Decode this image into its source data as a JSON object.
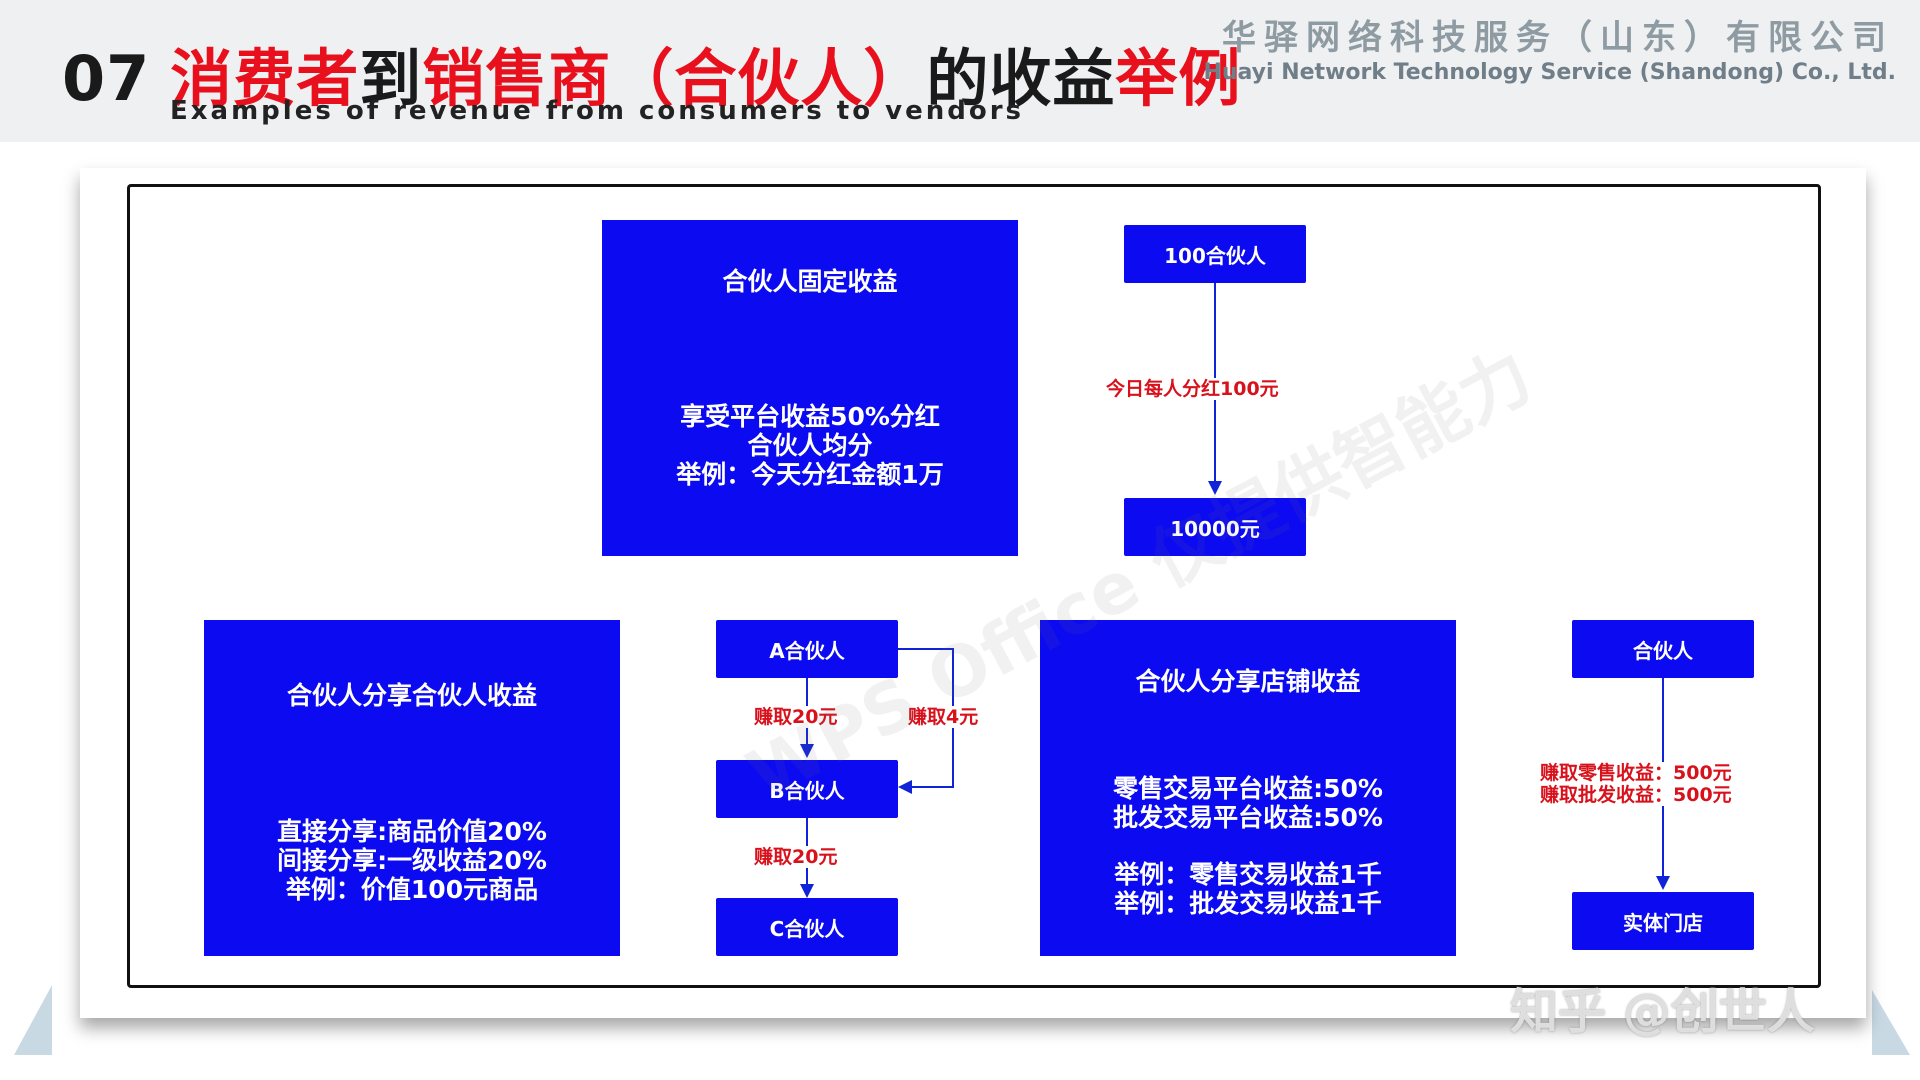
{
  "header": {
    "number": "07",
    "title_parts": [
      "消费者",
      "到",
      "销售商（合伙人）",
      "的收益",
      "举例"
    ],
    "subtitle": "Examples of revenue from consumers to vendors",
    "company_cn": "华驿网络科技服务（山东）有限公司",
    "company_en": "Huayi Network Technology Service (Shandong) Co., Ltd."
  },
  "colors": {
    "box": "#0b0af1",
    "label": "#d8121c",
    "title_red": "#e8101c",
    "arrow": "#1023d8"
  },
  "fixed": {
    "title": "合伙人固定收益",
    "lines": [
      "享受平台收益50%分红",
      "合伙人均分",
      "举例：今天分红金额1万"
    ],
    "flow_top": "100合伙人",
    "flow_label": "今日每人分红100元",
    "flow_bottom": "10000元"
  },
  "share_partner": {
    "title": "合伙人分享合伙人收益",
    "lines": [
      "直接分享:商品价值20%",
      "间接分享:一级收益20%",
      "举例：价值100元商品"
    ],
    "node_a": "A合伙人",
    "node_b": "B合伙人",
    "node_c": "C合伙人",
    "label_ab": "赚取20元",
    "label_ab_side": "赚取4元",
    "label_bc": "赚取20元"
  },
  "share_store": {
    "title": "合伙人分享店铺收益",
    "lines": [
      "零售交易平台收益:50%",
      "批发交易平台收益:50%"
    ],
    "examples": [
      "举例：零售交易收益1千",
      "举例：批发交易收益1千"
    ],
    "node_top": "合伙人",
    "label_1": "赚取零售收益：500元",
    "label_2": "赚取批发收益：500元",
    "node_bottom": "实体门店"
  },
  "watermarks": {
    "wps": "WPS Office 仅提供智能力",
    "zhihu": "知乎 @创世人"
  }
}
